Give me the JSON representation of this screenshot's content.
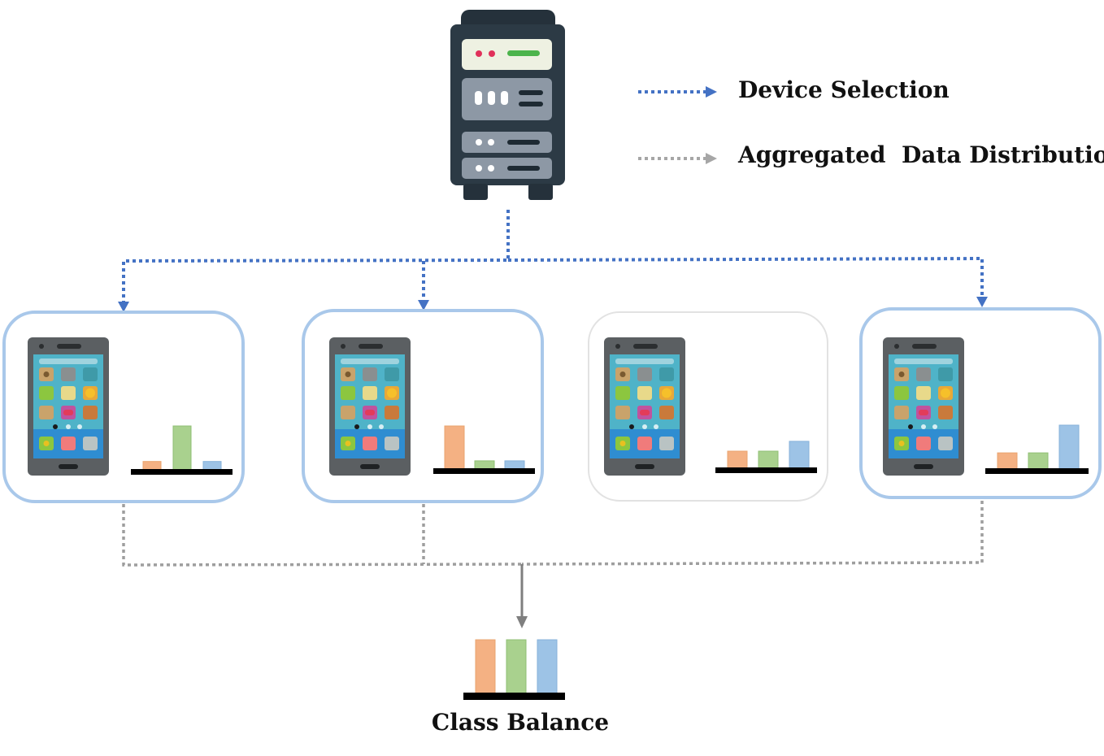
{
  "legend": {
    "selection_label": "Device Selection",
    "distribution_label": "Aggregated  Data Distribution",
    "selection_color": "#4472c4",
    "distribution_color": "#9e9e9e"
  },
  "server": {
    "icon": "server-rack-icon"
  },
  "devices": [
    {
      "id": "device-1",
      "selected": true,
      "icon": "smartphone-icon",
      "class_values": [
        0.22,
        1.0,
        0.22
      ]
    },
    {
      "id": "device-2",
      "selected": true,
      "icon": "smartphone-icon",
      "class_values": [
        1.0,
        0.22,
        0.22
      ]
    },
    {
      "id": "device-3",
      "selected": false,
      "icon": "smartphone-icon",
      "class_values": [
        0.4,
        0.4,
        0.62
      ]
    },
    {
      "id": "device-4",
      "selected": true,
      "icon": "smartphone-icon",
      "class_values": [
        0.38,
        0.38,
        1.0
      ]
    }
  ],
  "aggregate": {
    "caption": "Class Balance",
    "class_values": [
      1.0,
      1.0,
      1.0
    ]
  },
  "colors": {
    "class_1": "#f4b183",
    "class_2": "#a9d18e",
    "class_3": "#9dc3e6",
    "selected_border": "#a9c8ea",
    "unselected_border": "#e2e2e2"
  }
}
